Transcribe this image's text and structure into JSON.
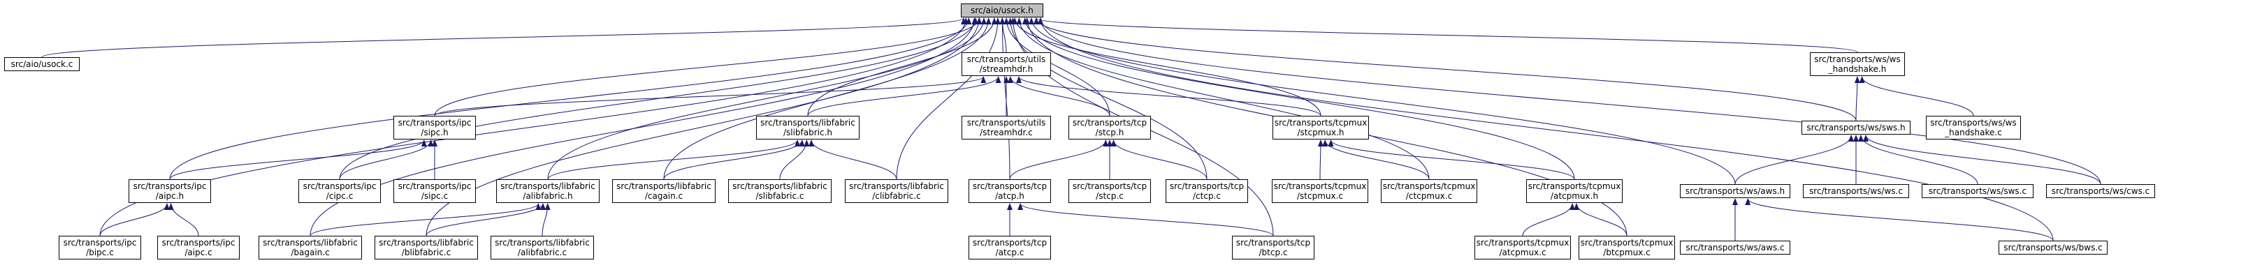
{
  "colors": {
    "root_fill": "#bfbfbf",
    "node_fill": "#ffffff",
    "edge": "#191970",
    "border": "#000000"
  },
  "nodes": {
    "n0": {
      "label": "src/aio/usock.h"
    },
    "n1": {
      "label": "src/aio/usock.c"
    },
    "n2": {
      "label": "src/transports/utils\n/streamhdr.h"
    },
    "n3": {
      "label": "src/transports/ws/ws\n_handshake.h"
    },
    "n4": {
      "label": "src/transports/ipc\n/sipc.h"
    },
    "n5": {
      "label": "src/transports/libfabric\n/slibfabric.h"
    },
    "n6": {
      "label": "src/transports/utils\n/streamhdr.c"
    },
    "n7": {
      "label": "src/transports/tcp\n/stcp.h"
    },
    "n8": {
      "label": "src/transports/tcpmux\n/stcpmux.h"
    },
    "n9": {
      "label": "src/transports/ws/sws.h"
    },
    "n10": {
      "label": "src/transports/ws/ws\n_handshake.c"
    },
    "n11": {
      "label": "src/transports/ipc\n/aipc.h"
    },
    "n12": {
      "label": "src/transports/ipc\n/cipc.c"
    },
    "n13": {
      "label": "src/transports/ipc\n/sipc.c"
    },
    "n14": {
      "label": "src/transports/libfabric\n/alibfabric.h"
    },
    "n15": {
      "label": "src/transports/libfabric\n/cagain.c"
    },
    "n16": {
      "label": "src/transports/libfabric\n/slibfabric.c"
    },
    "n17": {
      "label": "src/transports/libfabric\n/clibfabric.c"
    },
    "n18": {
      "label": "src/transports/tcp\n/atcp.h"
    },
    "n19": {
      "label": "src/transports/tcp\n/stcp.c"
    },
    "n20": {
      "label": "src/transports/tcp\n/ctcp.c"
    },
    "n21": {
      "label": "src/transports/tcpmux\n/stcpmux.c"
    },
    "n22": {
      "label": "src/transports/tcpmux\n/ctcpmux.c"
    },
    "n23": {
      "label": "src/transports/tcpmux\n/atcpmux.h"
    },
    "n24": {
      "label": "src/transports/ws/aws.h"
    },
    "n25": {
      "label": "src/transports/ws/ws.c"
    },
    "n26": {
      "label": "src/transports/ws/sws.c"
    },
    "n27": {
      "label": "src/transports/ws/cws.c"
    },
    "n28": {
      "label": "src/transports/ipc\n/bipc.c"
    },
    "n29": {
      "label": "src/transports/ipc\n/aipc.c"
    },
    "n30": {
      "label": "src/transports/libfabric\n/bagain.c"
    },
    "n31": {
      "label": "src/transports/libfabric\n/blibfabric.c"
    },
    "n32": {
      "label": "src/transports/libfabric\n/alibfabric.c"
    },
    "n33": {
      "label": "src/transports/tcp\n/atcp.c"
    },
    "n34": {
      "label": "src/transports/tcp\n/btcp.c"
    },
    "n35": {
      "label": "src/transports/tcpmux\n/atcpmux.c"
    },
    "n36": {
      "label": "src/transports/tcpmux\n/btcpmux.c"
    },
    "n37": {
      "label": "src/transports/ws/aws.c"
    },
    "n38": {
      "label": "src/transports/ws/bws.c"
    }
  },
  "edges": [
    [
      "n1",
      "n0"
    ],
    [
      "n2",
      "n0"
    ],
    [
      "n3",
      "n0"
    ],
    [
      "n4",
      "n0"
    ],
    [
      "n5",
      "n0"
    ],
    [
      "n7",
      "n0"
    ],
    [
      "n8",
      "n0"
    ],
    [
      "n9",
      "n0"
    ],
    [
      "n11",
      "n0"
    ],
    [
      "n12",
      "n0"
    ],
    [
      "n14",
      "n0"
    ],
    [
      "n15",
      "n0"
    ],
    [
      "n17",
      "n0"
    ],
    [
      "n18",
      "n0"
    ],
    [
      "n20",
      "n0"
    ],
    [
      "n22",
      "n0"
    ],
    [
      "n23",
      "n0"
    ],
    [
      "n24",
      "n0"
    ],
    [
      "n27",
      "n0"
    ],
    [
      "n28",
      "n0"
    ],
    [
      "n30",
      "n0"
    ],
    [
      "n31",
      "n0"
    ],
    [
      "n34",
      "n0"
    ],
    [
      "n36",
      "n0"
    ],
    [
      "n38",
      "n0"
    ],
    [
      "n4",
      "n2"
    ],
    [
      "n5",
      "n2"
    ],
    [
      "n6",
      "n2"
    ],
    [
      "n7",
      "n2"
    ],
    [
      "n8",
      "n2"
    ],
    [
      "n9",
      "n3"
    ],
    [
      "n10",
      "n3"
    ],
    [
      "n11",
      "n4"
    ],
    [
      "n12",
      "n4"
    ],
    [
      "n13",
      "n4"
    ],
    [
      "n14",
      "n5"
    ],
    [
      "n15",
      "n5"
    ],
    [
      "n16",
      "n5"
    ],
    [
      "n17",
      "n5"
    ],
    [
      "n18",
      "n7"
    ],
    [
      "n19",
      "n7"
    ],
    [
      "n20",
      "n7"
    ],
    [
      "n21",
      "n8"
    ],
    [
      "n22",
      "n8"
    ],
    [
      "n23",
      "n8"
    ],
    [
      "n24",
      "n9"
    ],
    [
      "n25",
      "n9"
    ],
    [
      "n26",
      "n9"
    ],
    [
      "n27",
      "n9"
    ],
    [
      "n28",
      "n11"
    ],
    [
      "n29",
      "n11"
    ],
    [
      "n30",
      "n14"
    ],
    [
      "n31",
      "n14"
    ],
    [
      "n32",
      "n14"
    ],
    [
      "n33",
      "n18"
    ],
    [
      "n34",
      "n18"
    ],
    [
      "n35",
      "n23"
    ],
    [
      "n36",
      "n23"
    ],
    [
      "n37",
      "n24"
    ],
    [
      "n38",
      "n24"
    ]
  ]
}
